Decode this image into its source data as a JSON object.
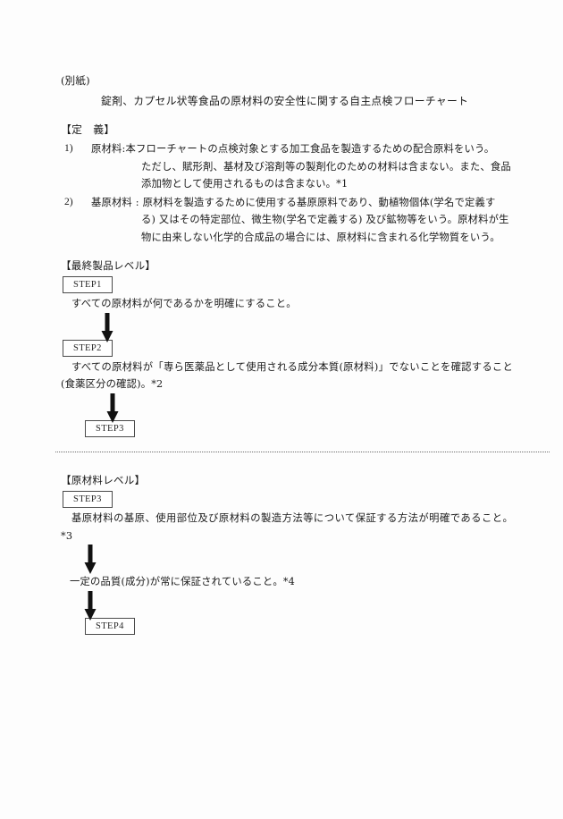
{
  "document": {
    "attachment_label": "(別紙)",
    "title": "錠剤、カプセル状等食品の原材料の安全性に関する自主点検フローチャート"
  },
  "definitions": {
    "heading": "【定　義】",
    "items": [
      {
        "number": "1)",
        "line1": "原材料:本フローチャートの点検対象とする加工食品を製造するための配合原料をいう。",
        "line2": "ただし、賦形剤、基材及び溶剤等の製剤化のための材料は含まない。また、食品",
        "line3": "添加物として使用されるものは含まない。*1"
      },
      {
        "number": "2)",
        "line1": "基原材料 : 原材料を製造するために使用する基原原料であり、動植物個体(学名で定義す",
        "line2": "る) 又はその特定部位、微生物(学名で定義する) 及び鉱物等をいう。原材料が生",
        "line3": "物に由来しない化学的合成品の場合には、原材料に含まれる化学物質をいう。"
      }
    ]
  },
  "flow_final_product": {
    "heading": "【最終製品レベル】",
    "step1_label": "STEP1",
    "step1_text": "すべての原材料が何であるかを明確にすること。",
    "step2_label": "STEP2",
    "step2_text": "すべての原材料が「専ら医薬品として使用される成分本質(原材料)」でないことを確認すること(食薬区分の確認)。*2",
    "step3_label": "STEP3"
  },
  "flow_material": {
    "heading": "【原材料レベル】",
    "step3_label": "STEP3",
    "step3_text": "基原材料の基原、使用部位及び原材料の製造方法等について保証する方法が明確であること。*3",
    "quality_text": "一定の品質(成分)が常に保証されていること。*4",
    "step4_label": "STEP4"
  },
  "colors": {
    "page_background": "#fdfdfd",
    "text": "#1a1a1a",
    "box_border": "#4a4a4a",
    "arrow": "#111111",
    "divider": "#6d6d6d"
  }
}
